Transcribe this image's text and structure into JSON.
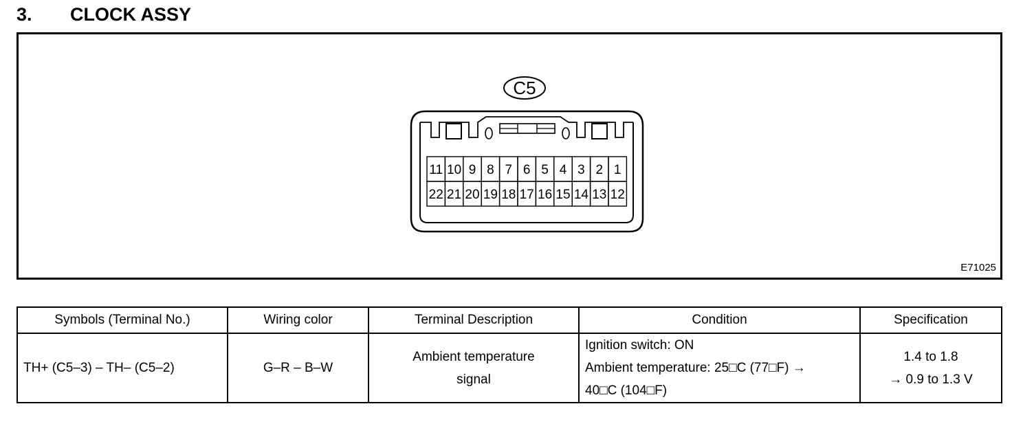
{
  "heading": {
    "number": "3.",
    "title": "CLOCK ASSY"
  },
  "figure": {
    "connector_label": "C5",
    "figure_id": "E71025",
    "terminals_top": [
      "11",
      "10",
      "9",
      "8",
      "7",
      "6",
      "5",
      "4",
      "3",
      "2",
      "1"
    ],
    "terminals_bottom": [
      "22",
      "21",
      "20",
      "19",
      "18",
      "17",
      "16",
      "15",
      "14",
      "13",
      "12"
    ]
  },
  "table": {
    "headers": [
      "Symbols (Terminal No.)",
      "Wiring color",
      "Terminal Description",
      "Condition",
      "Specification"
    ],
    "row": {
      "symbols": "TH+ (C5–3) – TH– (C5–2)",
      "wiring": "G–R – B–W",
      "description_lines": [
        "Ambient temperature",
        "signal"
      ],
      "condition_lines": [
        "Ignition switch: ON",
        "Ambient temperature: 25□C (77□F) →",
        "40□C (104□F)"
      ],
      "spec_lines": [
        "1.4 to 1.8",
        "→ 0.9 to 1.3 V"
      ]
    }
  }
}
